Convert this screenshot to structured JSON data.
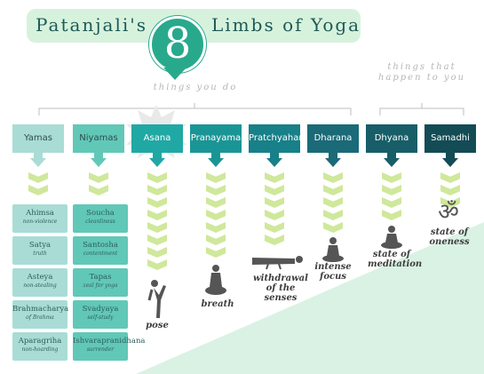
{
  "title": {
    "left": "Patanjali's",
    "number": "8",
    "right": "Limbs of Yoga"
  },
  "brackets": {
    "left": "things you do",
    "right": "things that happen to you"
  },
  "limbs": [
    {
      "name": "Yamas",
      "color": "#a9dcd5",
      "light": true
    },
    {
      "name": "Niyamas",
      "color": "#61c8b8",
      "light": true
    },
    {
      "name": "Asana",
      "color": "#20a8a5",
      "light": false
    },
    {
      "name": "Pranayama",
      "color": "#1a9596",
      "light": false
    },
    {
      "name": "Pratchyahara",
      "color": "#178088",
      "light": false
    },
    {
      "name": "Dharana",
      "color": "#1a6a78",
      "light": false
    },
    {
      "name": "Dhyana",
      "color": "#175e68",
      "light": false
    },
    {
      "name": "Samadhi",
      "color": "#134c55",
      "light": false
    }
  ],
  "yamas": [
    {
      "name": "Ahimsa",
      "desc": "non-violence"
    },
    {
      "name": "Satya",
      "desc": "truth"
    },
    {
      "name": "Asteya",
      "desc": "non-stealing"
    },
    {
      "name": "Brahmacharya",
      "desc": "of Brahma"
    },
    {
      "name": "Aparagriha",
      "desc": "non-hoarding"
    }
  ],
  "niyamas": [
    {
      "name": "Soucha",
      "desc": "cleanliness"
    },
    {
      "name": "Santosha",
      "desc": "contentment"
    },
    {
      "name": "Tapas",
      "desc": "zeal for yoga"
    },
    {
      "name": "Svadyaya",
      "desc": "self-study"
    },
    {
      "name": "Ishvarapranidhana",
      "desc": "surrender"
    }
  ],
  "outcomes": {
    "asana": "pose",
    "pranayama": "breath",
    "pratchyahara": "withdrawal of the senses",
    "dharana": "intense focus",
    "dhyana": "state of meditation",
    "samadhi": "state of oneness"
  },
  "colors": {
    "banner": "#d7f2dc",
    "eight": "#29a98c",
    "chevron": "#cfe89b",
    "yama_card": "#a9dcd5",
    "niyama_card": "#61c8b8",
    "figure": "#555555"
  }
}
